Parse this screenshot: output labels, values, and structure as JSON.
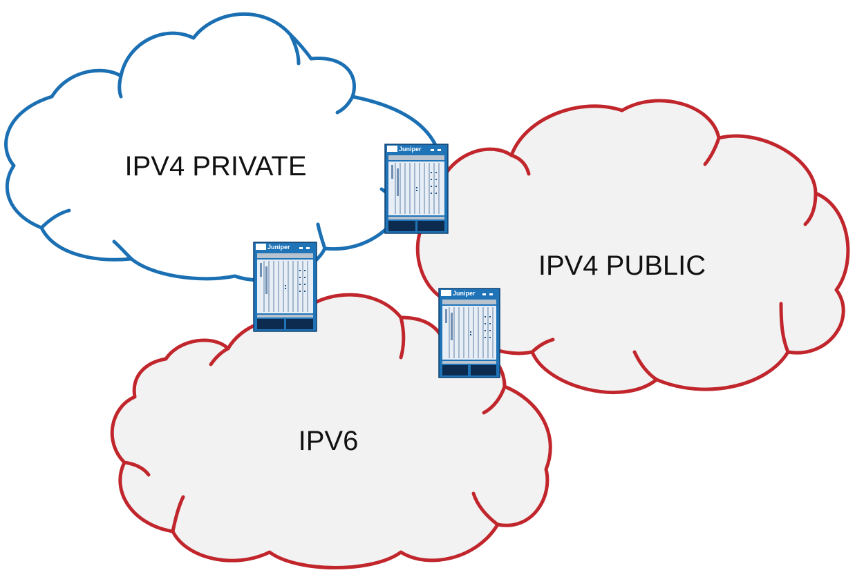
{
  "clouds": [
    {
      "id": "ipv4-private",
      "label": "IPV4 PRIVATE",
      "stroke": "#1b6fb3",
      "fill": "#ffffff"
    },
    {
      "id": "ipv4-public",
      "label": "IPV4 PUBLIC",
      "stroke": "#c0262c",
      "fill": "#f2f2f2"
    },
    {
      "id": "ipv6",
      "label": "IPV6",
      "stroke": "#c0262c",
      "fill": "#f2f2f2"
    }
  ],
  "routers": [
    {
      "id": "router-private-public",
      "brand": "Juniper",
      "connects": [
        "IPV4 PRIVATE",
        "IPV4 PUBLIC"
      ]
    },
    {
      "id": "router-private-ipv6",
      "brand": "Juniper",
      "connects": [
        "IPV4 PRIVATE",
        "IPV6"
      ]
    },
    {
      "id": "router-public-ipv6",
      "brand": "Juniper",
      "connects": [
        "IPV4 PUBLIC",
        "IPV6"
      ]
    }
  ],
  "colors": {
    "router_body": "#1f74b8",
    "router_face": "#e8eef6",
    "router_dark": "#0d2b4e"
  }
}
